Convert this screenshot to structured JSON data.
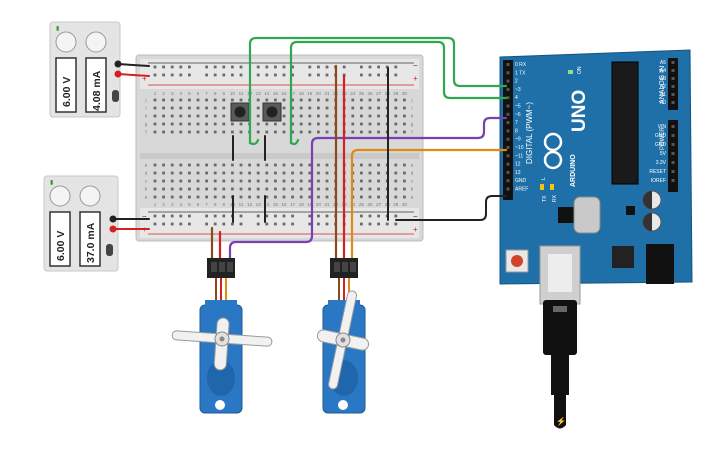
{
  "supplies": [
    {
      "voltage": "6.00 V",
      "current": "4.08 mA"
    },
    {
      "voltage": "6.00 V",
      "current": "37.0 mA"
    }
  ],
  "breadboard": {
    "column_labels": [
      "1",
      "2",
      "3",
      "4",
      "5",
      "6",
      "7",
      "8",
      "9",
      "10",
      "11",
      "12",
      "13",
      "14",
      "15",
      "16",
      "17",
      "18",
      "19",
      "20",
      "21",
      "22",
      "23",
      "24",
      "25",
      "26",
      "27",
      "28",
      "29",
      "30"
    ],
    "row_labels_top": [
      "j",
      "i",
      "h",
      "g",
      "f"
    ],
    "row_labels_bottom": [
      "e",
      "d",
      "c",
      "b",
      "a"
    ]
  },
  "arduino": {
    "brand": "UNO",
    "maker": "ARDUINO",
    "digital_label": "DIGITAL (PWM~)",
    "analog_label": "ANALOG IN",
    "power_label": "POWER",
    "on_label": "ON",
    "tx_label": "TX",
    "rx_label": "RX",
    "l_label": "L",
    "digital_pins": [
      "0 RX",
      "1 TX",
      "2",
      "~3",
      "4",
      "~5",
      "~6",
      "7",
      "8",
      "~9",
      "~10",
      "~11",
      "12",
      "13",
      "GND",
      "AREF"
    ],
    "analog_pins": [
      "A5",
      "A4",
      "A3",
      "A2",
      "A1",
      "A0"
    ],
    "power_pins": [
      "VIN",
      "GND",
      "GND",
      "5V",
      "3.3V",
      "RESET",
      "IOREF"
    ]
  },
  "colors": {
    "wire_green": "#2fa84f",
    "wire_red": "#d42020",
    "wire_black": "#222222",
    "wire_purple": "#7a3fb0",
    "wire_orange": "#e08a12",
    "wire_brown": "#8a4a1a",
    "arduino_blue": "#1f6fa8",
    "servo_blue": "#2a78c4"
  }
}
